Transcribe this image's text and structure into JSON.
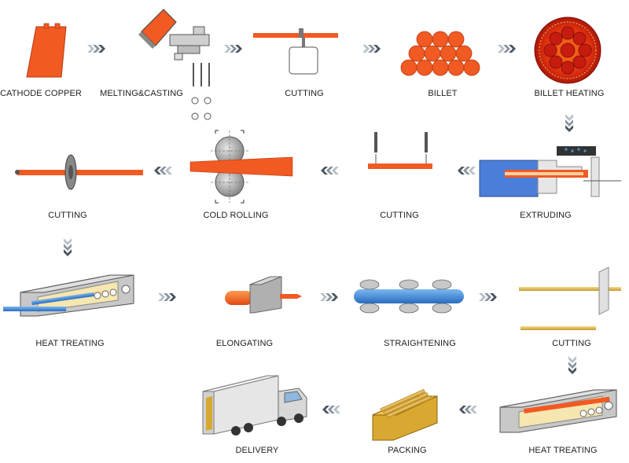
{
  "steps": [
    {
      "id": "cathode-copper",
      "label": "CATHODE COPPER"
    },
    {
      "id": "melting-casting",
      "label": "MELTING&CASTING"
    },
    {
      "id": "cutting-1",
      "label": "CUTTING"
    },
    {
      "id": "billet",
      "label": "BILLET"
    },
    {
      "id": "billet-heating",
      "label": "BILLET HEATING"
    },
    {
      "id": "extruding",
      "label": "EXTRUDING"
    },
    {
      "id": "cutting-2",
      "label": "CUTTING"
    },
    {
      "id": "cold-rolling",
      "label": "COLD ROLLING"
    },
    {
      "id": "cutting-3",
      "label": "CUTTING"
    },
    {
      "id": "heat-treating-1",
      "label": "HEAT TREATING"
    },
    {
      "id": "elongating",
      "label": "ELONGATING"
    },
    {
      "id": "straightening",
      "label": "STRAIGHTENING"
    },
    {
      "id": "cutting-4",
      "label": "CUTTING"
    },
    {
      "id": "heat-treating-2",
      "label": "HEAT TREATING"
    },
    {
      "id": "packing",
      "label": "PACKING"
    },
    {
      "id": "delivery",
      "label": "DELIVERY"
    }
  ],
  "colors": {
    "copper": "#f15a22",
    "copper_light": "#ff8a3d",
    "arrow_dark": "#4a5560",
    "arrow_light": "#b8c0c8",
    "steel": "#b0b0b0",
    "steel_dark": "#7a7a7a",
    "blue": "#4a90d9",
    "gold": "#e8c060",
    "heat_red": "#c61c10"
  },
  "icons": {
    "flow_arrow": "triple-chevron-arrow-icon"
  }
}
